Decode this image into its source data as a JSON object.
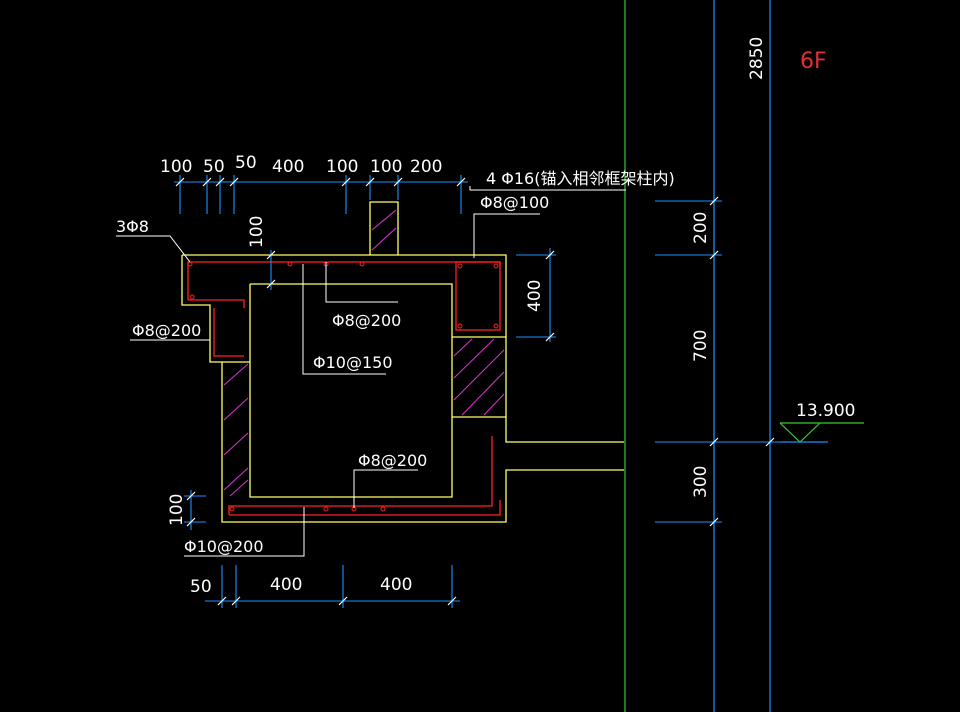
{
  "colors": {
    "background": "#000000",
    "dimension": "#1e90ff",
    "concrete": "#ffff66",
    "rebar": "#ff2020",
    "hatch": "#cc33cc",
    "grid": "#33cc33",
    "level_line": "#33cc33",
    "text": "#ffffff",
    "floor_label": "#e03030"
  },
  "top_dims": [
    "100",
    "50",
    "50",
    "400",
    "100",
    "100",
    "200"
  ],
  "bottom_dims": [
    "50",
    "400",
    "400"
  ],
  "left_dims": [
    "100"
  ],
  "inner_dims": [
    "100",
    "400"
  ],
  "right_dims": [
    "2850",
    "200",
    "700",
    "300"
  ],
  "annotations": {
    "top_bar": "4 Φ16(锚入相邻框架柱内)",
    "stirrup_top": "Φ8@100",
    "corner_bars": "3Φ8",
    "left_bars": "Φ8@200",
    "inner_top": "Φ8@200",
    "inner_mid": "Φ10@150",
    "inner_bottom": "Φ8@200",
    "bottom_bars": "Φ10@200"
  },
  "level": "13.900",
  "floor_label": "6F"
}
